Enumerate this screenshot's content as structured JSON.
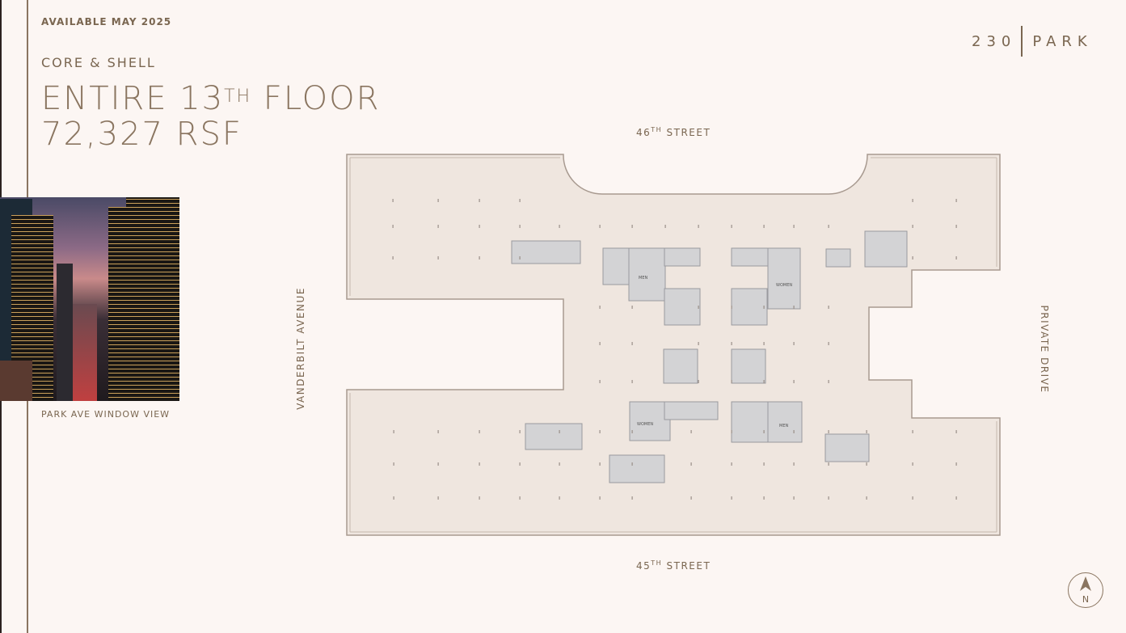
{
  "header": {
    "availability": "AVAILABLE MAY 2025",
    "condition": "CORE & SHELL",
    "title_prefix": "ENTIRE 13",
    "title_sup": "TH",
    "title_suffix": " FLOOR",
    "area": "72,327 RSF"
  },
  "logo": {
    "left": "230",
    "right": "PARK"
  },
  "photo": {
    "caption": "PARK AVE WINDOW VIEW"
  },
  "streets": {
    "north": {
      "num": "46",
      "sup": "TH",
      "name": " STREET"
    },
    "south": {
      "num": "45",
      "sup": "TH",
      "name": " STREET"
    },
    "west": "VANDERBILT AVENUE",
    "east": "PRIVATE DRIVE"
  },
  "plan": {
    "restroom_labels": [
      "MEN",
      "WOMEN",
      "WOMEN",
      "MEN"
    ],
    "floor_color": "#efe6df",
    "core_color": "#d3d3d5",
    "wall_color": "#a89a90"
  },
  "compass": {
    "label": "N",
    "icon": "north-arrow-icon"
  }
}
